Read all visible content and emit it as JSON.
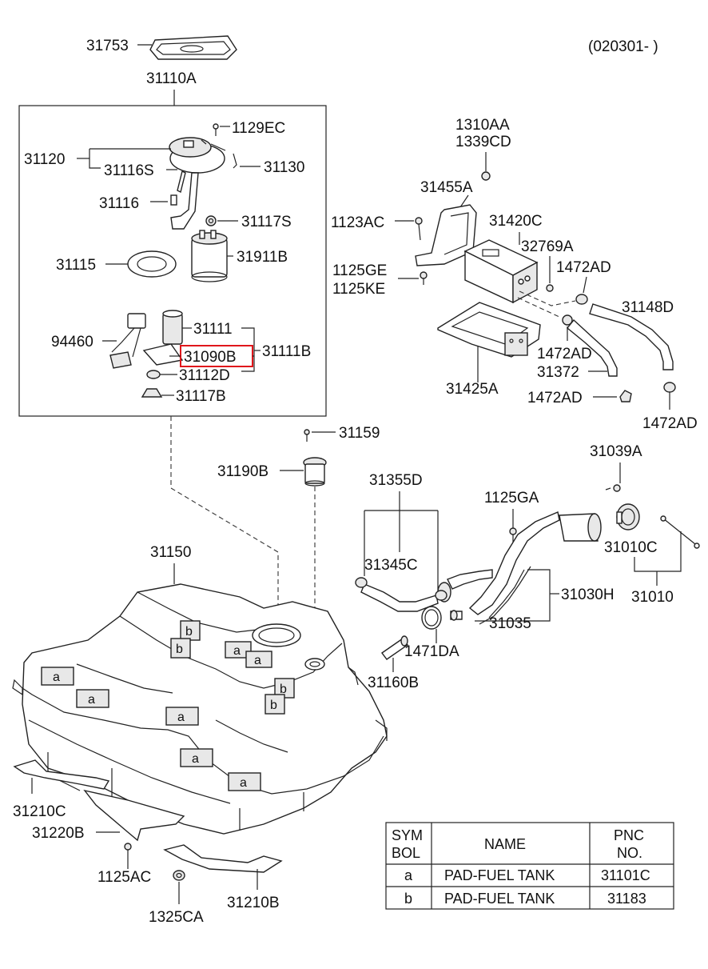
{
  "header": {
    "code": "(020301- )"
  },
  "labels": {
    "p31753": "31753",
    "p31110A": "31110A",
    "p1129EC": "1129EC",
    "p31120": "31120",
    "p31116S": "31116S",
    "p31130": "31130",
    "p31116": "31116",
    "p31117S": "31117S",
    "p31911B": "31911B",
    "p31115": "31115",
    "p31111": "31111",
    "p31111B": "31111B",
    "p94460": "94460",
    "p31090B": "31090B",
    "p31112D": "31112D",
    "p31117B": "31117B",
    "p1310AA": "1310AA",
    "p1339CD": "1339CD",
    "p31455A": "31455A",
    "p1123AC": "1123AC",
    "p31420C": "31420C",
    "p32769A": "32769A",
    "p1472AD_1": "1472AD",
    "p1125GE": "1125GE",
    "p1125KE": "1125KE",
    "p31148D": "31148D",
    "p1472AD_2": "1472AD",
    "p31372": "31372",
    "p31425A": "31425A",
    "p1472AD_3": "1472AD",
    "p1472AD_4": "1472AD",
    "p31159": "31159",
    "p31190B": "31190B",
    "p31039A": "31039A",
    "p31355D": "31355D",
    "p1125GA": "1125GA",
    "p31010C": "31010C",
    "p31150": "31150",
    "p31345C": "31345C",
    "p31030H": "31030H",
    "p31010": "31010",
    "p31035": "31035",
    "p1471DA": "1471DA",
    "p31160B": "31160B",
    "p31210C": "31210C",
    "p31220B": "31220B",
    "p1125AC": "1125AC",
    "p1325CA": "1325CA",
    "p31210B": "31210B"
  },
  "pads": {
    "a": "a",
    "b": "b"
  },
  "table": {
    "headers": {
      "sym_line1": "SYM",
      "sym_line2": "BOL",
      "name": "NAME",
      "pnc_line1": "PNC",
      "pnc_line2": "NO."
    },
    "rows": [
      {
        "sym": "a",
        "name": "PAD-FUEL TANK",
        "pnc": "31101C"
      },
      {
        "sym": "b",
        "name": "PAD-FUEL TANK",
        "pnc": "31183"
      }
    ]
  },
  "highlight": {
    "part": "31090B",
    "color": "#e0161b"
  }
}
